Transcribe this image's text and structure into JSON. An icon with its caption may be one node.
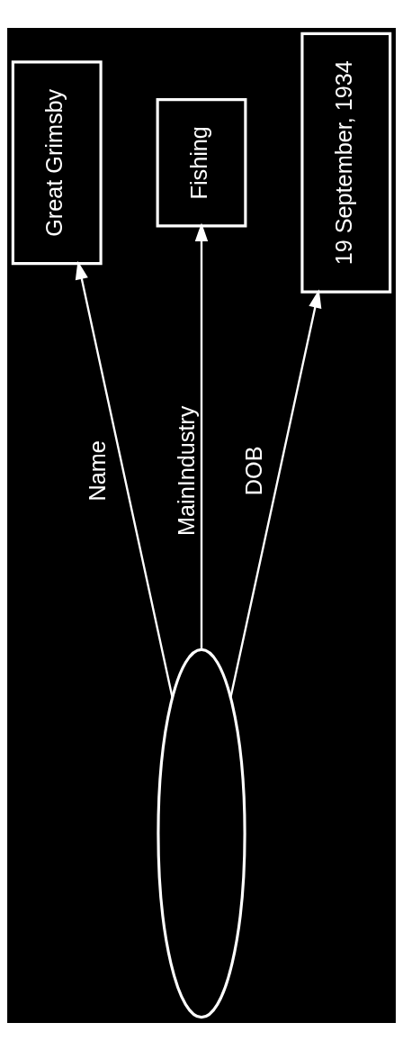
{
  "diagram": {
    "nodes": [
      {
        "text": [],
        "shape": "ellipse"
      },
      {
        "text": [
          "Great Grimsby"
        ]
      },
      {
        "text": [
          "Fishing"
        ]
      },
      {
        "text": [
          "19 September, 1934"
        ]
      }
    ],
    "edges": [
      {
        "from": 0,
        "to": 1,
        "arrow": "to",
        "label": "Name"
      },
      {
        "from": 0,
        "to": 2,
        "arrow": "to",
        "label": "MainIndustry"
      },
      {
        "from": 0,
        "to": 3,
        "arrow": "to",
        "label": "DOB"
      }
    ]
  }
}
